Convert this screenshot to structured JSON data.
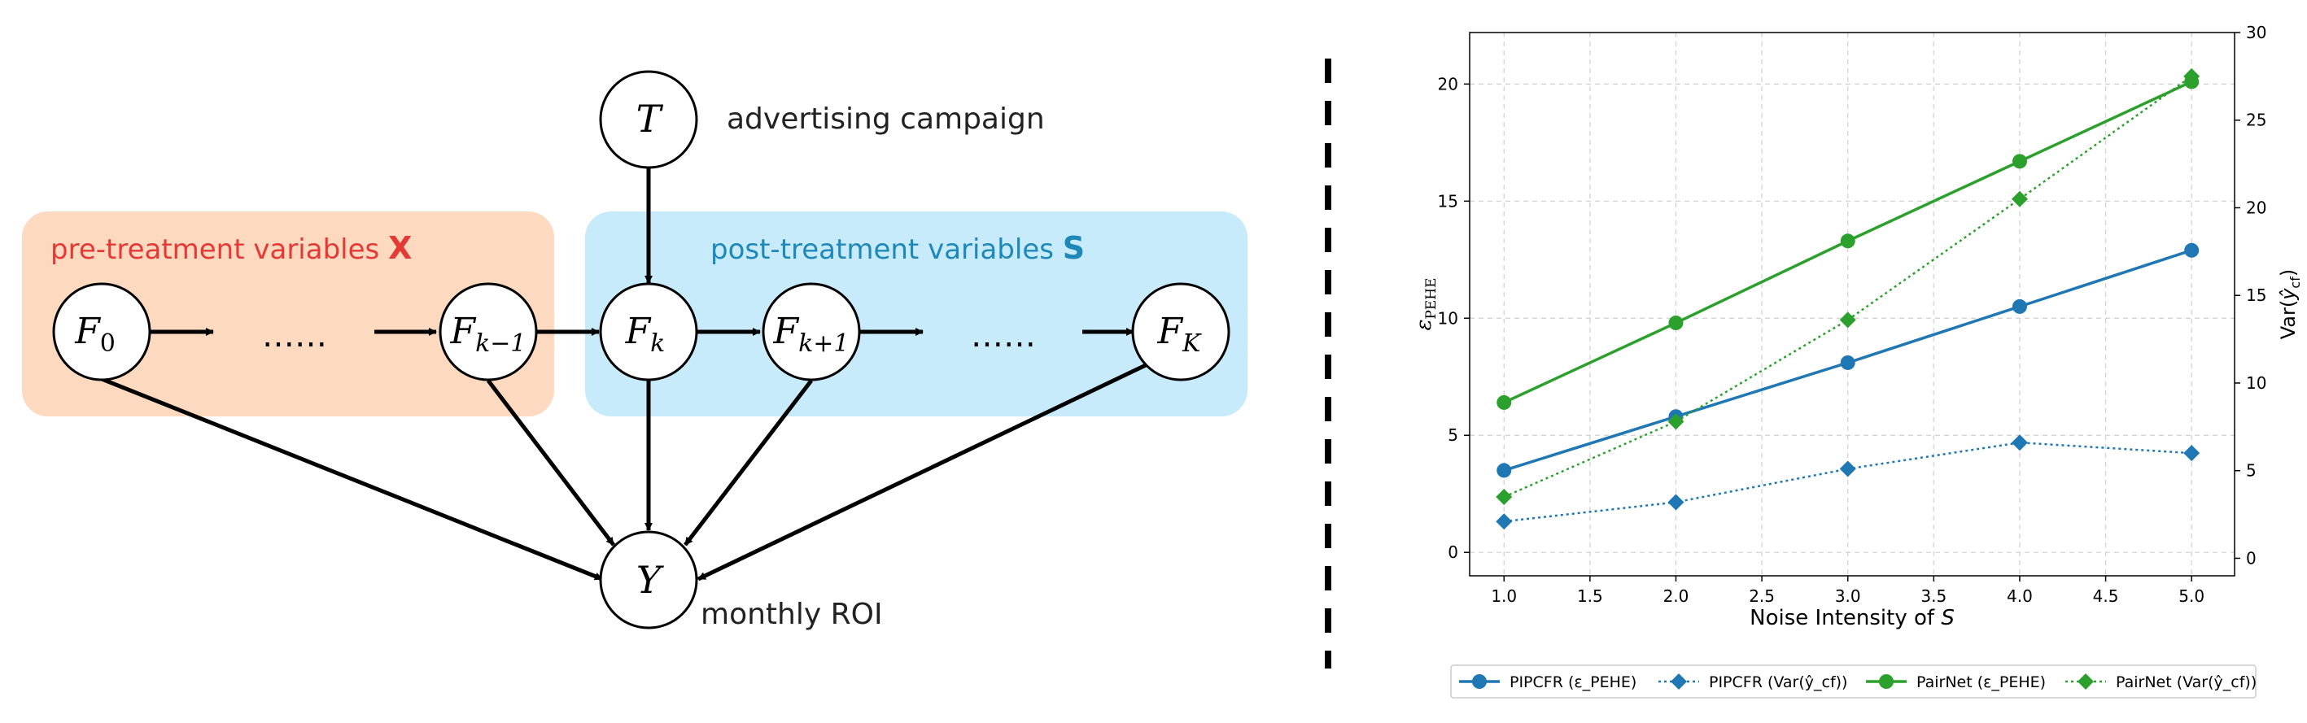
{
  "diagram": {
    "group_pre": {
      "label": "pre-treatment variables ",
      "symbol": "X",
      "color": "#e53935",
      "fill": "#fdd9c0"
    },
    "group_post": {
      "label": "post-treatment variables ",
      "symbol": "S",
      "color": "#1e88b8",
      "fill": "#c8ebfb"
    },
    "nodes": {
      "T": {
        "main": "T",
        "sub": ""
      },
      "F0": {
        "main": "F",
        "sub": "0"
      },
      "Fk_1": {
        "main": "F",
        "sub": "k−1"
      },
      "Fk": {
        "main": "F",
        "sub": "k"
      },
      "Fk1": {
        "main": "F",
        "sub": "k+1"
      },
      "FK": {
        "main": "F",
        "sub": "K"
      },
      "Y": {
        "main": "Y",
        "sub": ""
      }
    },
    "ellipsis": "……",
    "T_caption": "advertising campaign",
    "Y_caption": "monthly ROI"
  },
  "chart_data": {
    "type": "line",
    "xlabel_main": "Noise Intensity of ",
    "xlabel_var": "S",
    "ylabel_left": "ε_PEHE",
    "ylabel_right": "Var(ŷ_cf)",
    "x": [
      1.0,
      2.0,
      3.0,
      4.0,
      5.0
    ],
    "xlim": [
      0.8,
      5.25
    ],
    "ylim_left": [
      -1.0,
      22.2
    ],
    "ylim_right": [
      -1.0,
      30.0
    ],
    "x_ticks": [
      "1.0",
      "1.5",
      "2.0",
      "2.5",
      "3.0",
      "3.5",
      "4.0",
      "4.5",
      "5.0"
    ],
    "y_left_ticks": [
      "0",
      "5",
      "10",
      "15",
      "20"
    ],
    "y_right_ticks": [
      "0",
      "5",
      "10",
      "15",
      "20",
      "25",
      "30"
    ],
    "grid": true,
    "legend_position": "bottom",
    "series": [
      {
        "name": "PIPCFR (ε_PEHE)",
        "axis": "left",
        "marker": "circle",
        "style": "solid",
        "color": "#1f77b4",
        "values": [
          3.5,
          5.8,
          8.1,
          10.5,
          12.9
        ]
      },
      {
        "name": "PIPCFR (Var(ŷ_cf))",
        "axis": "right",
        "marker": "diamond",
        "style": "dotted",
        "color": "#1f77b4",
        "values": [
          2.1,
          3.2,
          5.1,
          6.6,
          6.0
        ]
      },
      {
        "name": "PairNet (ε_PEHE)",
        "axis": "left",
        "marker": "circle",
        "style": "solid",
        "color": "#2ca02c",
        "values": [
          6.4,
          9.8,
          13.3,
          16.7,
          20.1
        ]
      },
      {
        "name": "PairNet (Var(ŷ_cf))",
        "axis": "right",
        "marker": "diamond",
        "style": "dotted",
        "color": "#2ca02c",
        "values": [
          3.5,
          7.8,
          13.6,
          20.5,
          27.5
        ]
      }
    ]
  }
}
